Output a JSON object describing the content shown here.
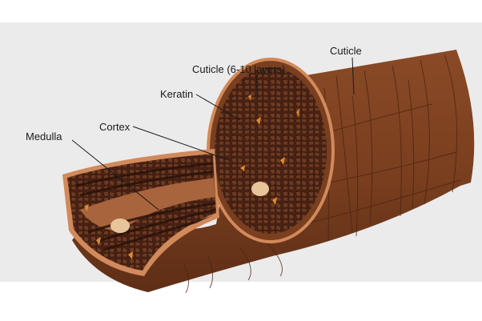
{
  "labels": {
    "cuticle": "Cuticle",
    "cuticle_layers": "Cuticle (6-10 layers)",
    "keratin": "Keratin",
    "cortex": "Cortex",
    "medulla": "Medulla"
  },
  "colors": {
    "background_band": "#ebebeb",
    "cuticle_outer": "#7a3f1f",
    "cuticle_rim": "#d18a5c",
    "cortex_fill": "#4d2414",
    "cortex_cells": "#6b3a22",
    "medulla_fill": "#a8643c",
    "medulla_streak": "#2a120a",
    "pigment": "#e08a2e"
  }
}
